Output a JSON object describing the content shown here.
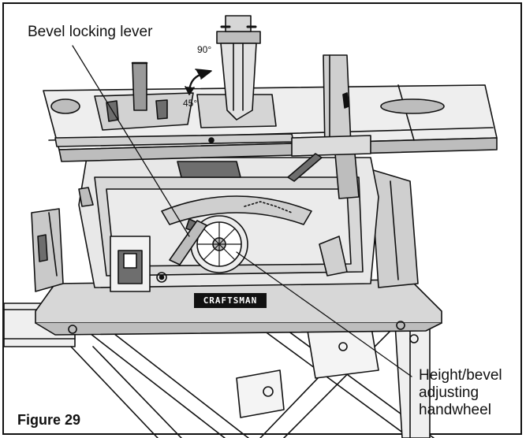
{
  "labels": {
    "bevel_locking_lever": "Bevel locking lever",
    "height_bevel_handwheel": [
      "Height/bevel",
      "adjusting",
      "handwheel"
    ],
    "figure": "Figure 29",
    "angle_90": "90°",
    "angle_45": "45°",
    "brand": "CRAFTSMAN"
  },
  "colors": {
    "line": "#111111",
    "fill_light": "#e8e8e8",
    "fill_mid": "#bdbdbd",
    "fill_dark": "#6e6e6e",
    "background": "#ffffff"
  }
}
